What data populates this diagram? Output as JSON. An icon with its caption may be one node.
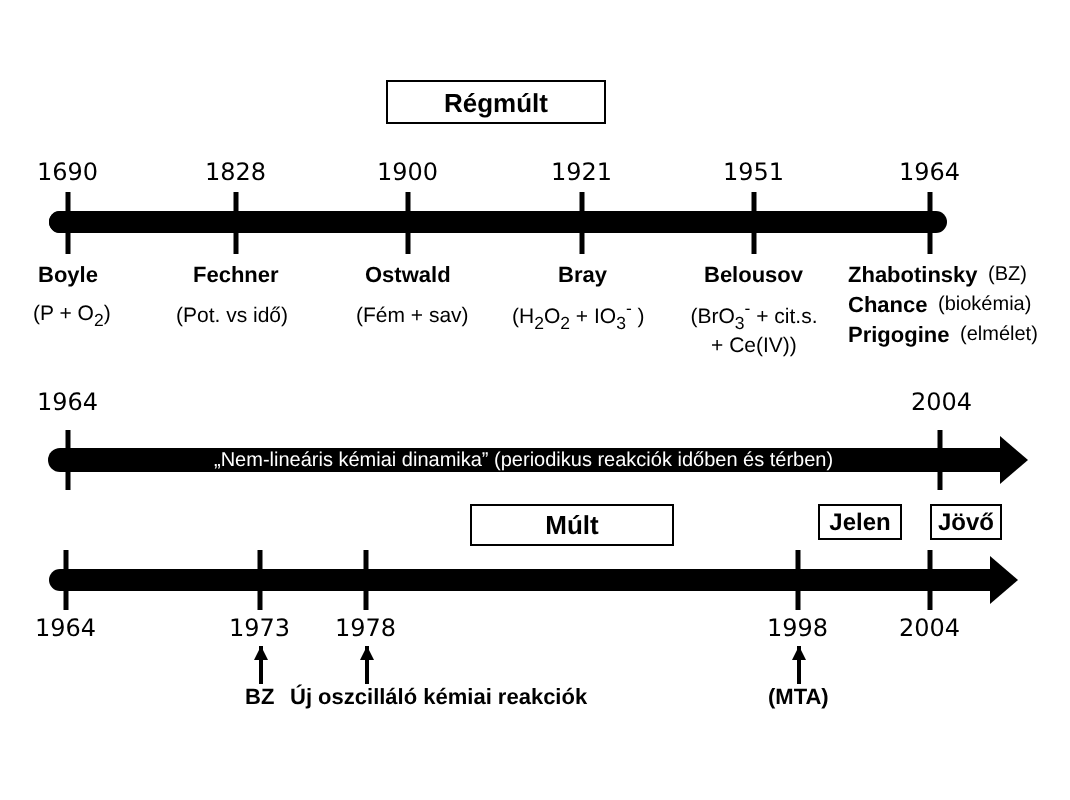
{
  "diagram": {
    "nodes": [
      {
        "text": [
          "Régmúlt"
        ]
      },
      {
        "text": [
          "Múlt"
        ]
      },
      {
        "text": [
          "Jelen"
        ]
      },
      {
        "text": [
          "Jövő"
        ]
      },
      {
        "text": [
          "1973"
        ]
      },
      {
        "text": [
          "1978"
        ]
      },
      {
        "text": [
          "1998"
        ]
      },
      {
        "text": [
          "BZ"
        ]
      },
      {
        "text": [
          "Új oszcilláló kémiai reakciók"
        ]
      },
      {
        "text": [
          "(MTA)"
        ]
      }
    ],
    "edges": [
      {
        "from": 7,
        "to": 4,
        "arrow": "to"
      },
      {
        "from": 8,
        "to": 5,
        "arrow": "to"
      },
      {
        "from": 9,
        "to": 6,
        "arrow": "to"
      }
    ],
    "labels": [
      "1690",
      "1828",
      "1900",
      "1921",
      "1951",
      "1964",
      "Boyle",
      "Fechner",
      "Ostwald",
      "Bray",
      "Belousov",
      "Zhabotinsky",
      "(BZ)",
      "(P + O$_{2}$)",
      "(Pot. vs idő)",
      "(Fém + sav)",
      "(H$_{2}$O$_{2}$ + IO$_{3}$$^{-}$ )",
      "(BrO$_{3}$$^{-}$ + cit.s. + Ce(IV))",
      "Chance",
      "(biokémia)",
      "Prigogine",
      "(elmélet)",
      "1964",
      "2004",
      "„Nem-lineáris kémiai dinamika” (periodikus reakciók időben és térben)",
      "1964",
      "2004"
    ]
  }
}
